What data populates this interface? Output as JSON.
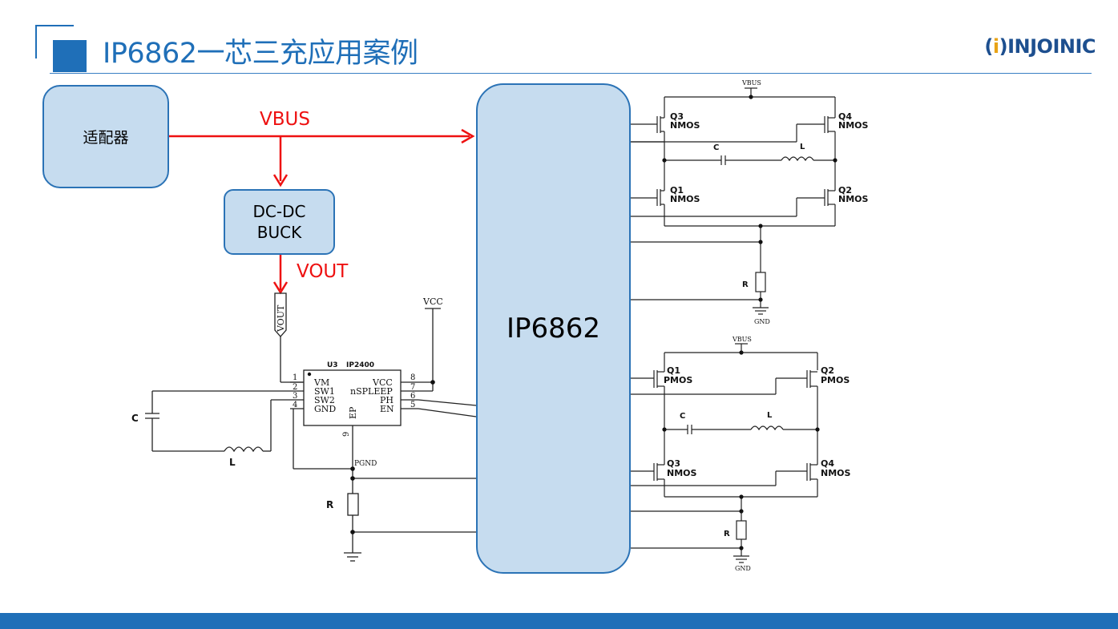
{
  "header": {
    "title": "IP6862一芯三充应用案例",
    "logo": "INJOINIC"
  },
  "blocks": {
    "adapter": "适配器",
    "buck": "DC-DC\nBUCK",
    "chip": "IP6862"
  },
  "signals": {
    "vbus": "VBUS",
    "vout": "VOUT"
  },
  "left_schematic": {
    "ic_ref": "U3",
    "ic_part": "IP2400",
    "pins_left": [
      "VM",
      "SW1",
      "SW2",
      "GND"
    ],
    "pins_left_num": [
      "1",
      "2",
      "3",
      "4"
    ],
    "pins_right": [
      "VCC",
      "nSPLEEP",
      "PH",
      "EN"
    ],
    "pins_right_num": [
      "8",
      "7",
      "6",
      "5"
    ],
    "ep_label": "EP",
    "ep_num": "9",
    "vout_port": "VOUT",
    "vcc": "VCC",
    "pgnd": "PGND",
    "cap": "C",
    "ind": "L",
    "res": "R"
  },
  "top_right_schematic": {
    "vbus": "VBUS",
    "gnd": "GND",
    "q3": "Q3",
    "q4": "Q4",
    "q1": "Q1",
    "q2": "Q2",
    "q3_type": "NMOS",
    "q4_type": "NMOS",
    "q1_type": "NMOS",
    "q2_type": "NMOS",
    "cap": "C",
    "ind": "L",
    "res": "R"
  },
  "bottom_right_schematic": {
    "vbus": "VBUS",
    "gnd": "GND",
    "q1": "Q1",
    "q2": "Q2",
    "q3": "Q3",
    "q4": "Q4",
    "q1_type": "PMOS",
    "q2_type": "PMOS",
    "q3_type": "NMOS",
    "q4_type": "NMOS",
    "cap": "C",
    "ind": "L",
    "res": "R"
  },
  "colors": {
    "brand": "#1f6fb8",
    "block_fill": "#c6dcef",
    "block_border": "#2b73b6",
    "signal": "#ee1111"
  }
}
